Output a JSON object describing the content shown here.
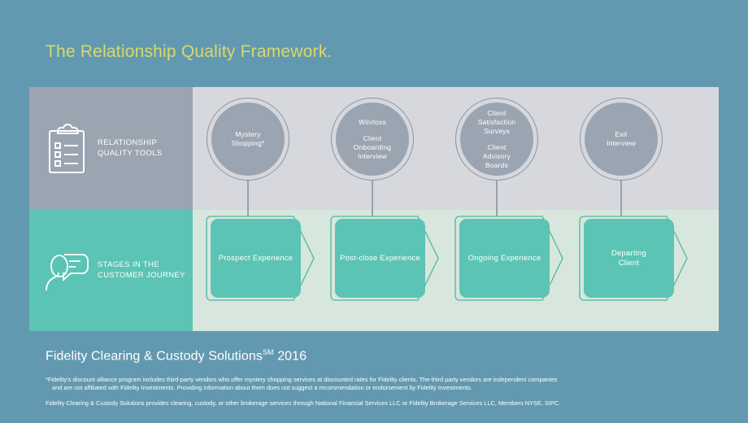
{
  "title": "The Relationship Quality Framework.",
  "colors": {
    "background": "#6399b0",
    "title_yellow": "#d8d96a",
    "tools_sidebar": "#9ba4b1",
    "tools_body": "#d6d8dd",
    "stages_sidebar": "#5bc4b4",
    "stages_body": "#d8e7dd",
    "node_fill": "#9ba4b1",
    "stage_fill": "#5bc4b4",
    "connector": "#9aa1ad"
  },
  "rows": {
    "tools": {
      "icon_name": "clipboard-checklist-icon",
      "label": "RELATIONSHIP QUALITY TOOLS",
      "nodes": [
        {
          "groups": [
            "Mystery\nShopping*"
          ]
        },
        {
          "groups": [
            "Win/loss",
            "Client\nOnboarding\nInterview"
          ]
        },
        {
          "groups": [
            "Client\nSatisfaction\nSurveys",
            "Client\nAdvisory\nBoards"
          ]
        },
        {
          "groups": [
            "Exit\nInterview"
          ]
        }
      ]
    },
    "stages": {
      "icon_name": "person-speech-bubble-icon",
      "label": "STAGES IN THE CUSTOMER JOURNEY",
      "nodes": [
        {
          "label": "Prospect Experience"
        },
        {
          "label": "Post-close Experience"
        },
        {
          "label": "Ongoing Experience"
        },
        {
          "label": "Departing\nClient"
        }
      ]
    }
  },
  "footer": {
    "brand": "Fidelity Clearing & Custody Solutions",
    "brand_sup": "SM",
    "brand_year": "2016",
    "disclaimer_1_line_1": "*Fidelity's discount alliance program includes third-party vendors who offer mystery shopping services at discounted rates for Fidelity clients. The-third party vendors are independent companies",
    "disclaimer_1_line_2": "and are not affiliated with Fidelity Investments. Providing information about them does not suggest a recommendation or endorsement by Fidelity Investments.",
    "disclaimer_2": "Fidelity Clearing & Custody Solutions provides clearing, custody, or other brokerage services through National Financial Services LLC or Fidelity Brokerage Services LLC, Members NYSE, SIPC."
  }
}
